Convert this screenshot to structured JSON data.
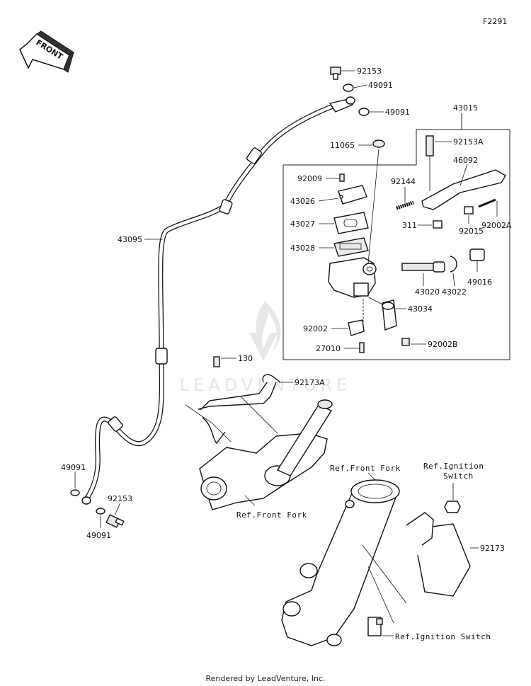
{
  "figure_code": "F2291",
  "front_label": "FRONT",
  "watermark": "LEADVENTURE",
  "footer": "Rendered by LeadVenture, Inc.",
  "parts": {
    "p92153_top": "92153",
    "p49091_a": "49091",
    "p49091_b": "49091",
    "p43015": "43015",
    "p92153A": "92153A",
    "p11065": "11065",
    "p46092": "46092",
    "p92009": "92009",
    "p92144": "92144",
    "p43026": "43026",
    "p43027": "43027",
    "p311": "311",
    "p92015": "92015",
    "p92002A": "92002A",
    "p43028": "43028",
    "p43095": "43095",
    "p43020": "43020",
    "p43022": "43022",
    "p49016": "49016",
    "p43034": "43034",
    "p92002": "92002",
    "p27010": "27010",
    "p92002B": "92002B",
    "p130": "130",
    "p92173A": "92173A",
    "p49091_c": "49091",
    "p92153_bot": "92153",
    "p49091_d": "49091",
    "p92173": "92173",
    "ref_front_fork_a": "Ref.Front Fork",
    "ref_front_fork_b": "Ref.Front Fork",
    "ref_ignition_a": "Ref.Ignition",
    "ref_ignition_a2": "Switch",
    "ref_ignition_b": "Ref.Ignition Switch"
  }
}
